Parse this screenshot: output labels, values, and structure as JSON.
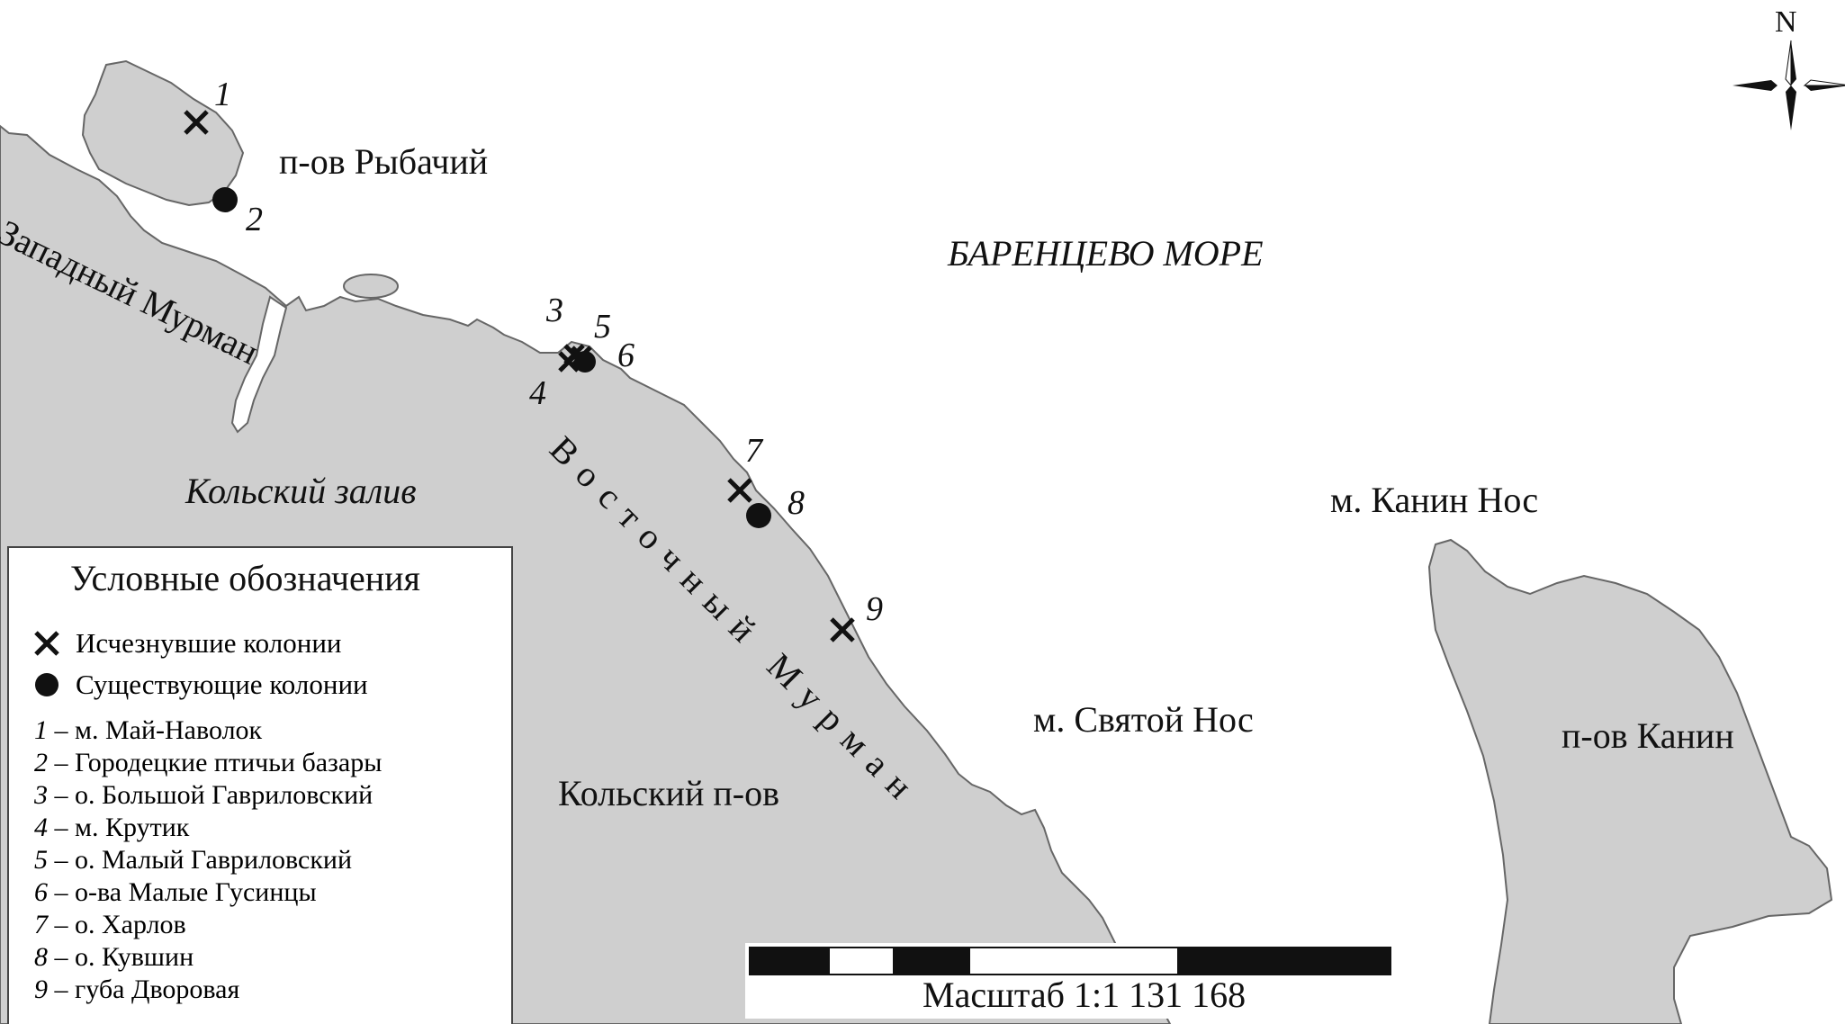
{
  "labels": {
    "rybachy": "п-ов Рыбачий",
    "barents_sea": "БАРЕНЦЕВО МОРЕ",
    "west_murman": "Западный Мурман",
    "kola_bay": "Кольский залив",
    "east_murman": "Восточный Мурман",
    "kanin_nos": "м. Канин Нос",
    "svyatoy_nos": "м. Святой Нос",
    "kola_peninsula": "Кольский п-ов",
    "kanin_peninsula": "п-ов Канин"
  },
  "compass": {
    "north": "N"
  },
  "scale": {
    "caption": "Масштаб 1:1 131 168"
  },
  "site_markers": [
    {
      "number": "1",
      "status": "extinct"
    },
    {
      "number": "2",
      "status": "existing"
    },
    {
      "number": "3",
      "status": "extinct"
    },
    {
      "number": "4",
      "status": "extinct"
    },
    {
      "number": "5",
      "status": "extinct"
    },
    {
      "number": "6",
      "status": "existing"
    },
    {
      "number": "7",
      "status": "extinct"
    },
    {
      "number": "8",
      "status": "existing"
    },
    {
      "number": "9",
      "status": "extinct"
    }
  ],
  "legend": {
    "title": "Условные обозначения",
    "symbols": [
      {
        "icon": "cross-icon",
        "label": "Исчезнувшие колонии"
      },
      {
        "icon": "dot-icon",
        "label": "Существующие колонии"
      }
    ],
    "entries": [
      {
        "num": "1",
        "text": "– м. Май-Наволок"
      },
      {
        "num": "2",
        "text": "– Городецкие птичьи базары"
      },
      {
        "num": "3",
        "text": "– о. Большой Гавриловский"
      },
      {
        "num": "4",
        "text": "– м. Крутик"
      },
      {
        "num": "5",
        "text": "– о. Малый Гавриловский"
      },
      {
        "num": "6",
        "text": "– о-ва Малые Гусинцы"
      },
      {
        "num": "7",
        "text": "– о. Харлов"
      },
      {
        "num": "8",
        "text": "– о. Кувшин"
      },
      {
        "num": "9",
        "text": "– губа Дворовая"
      }
    ]
  },
  "colors": {
    "land": "#cfcfcf",
    "sea": "#ffffff",
    "ink": "#111111"
  }
}
